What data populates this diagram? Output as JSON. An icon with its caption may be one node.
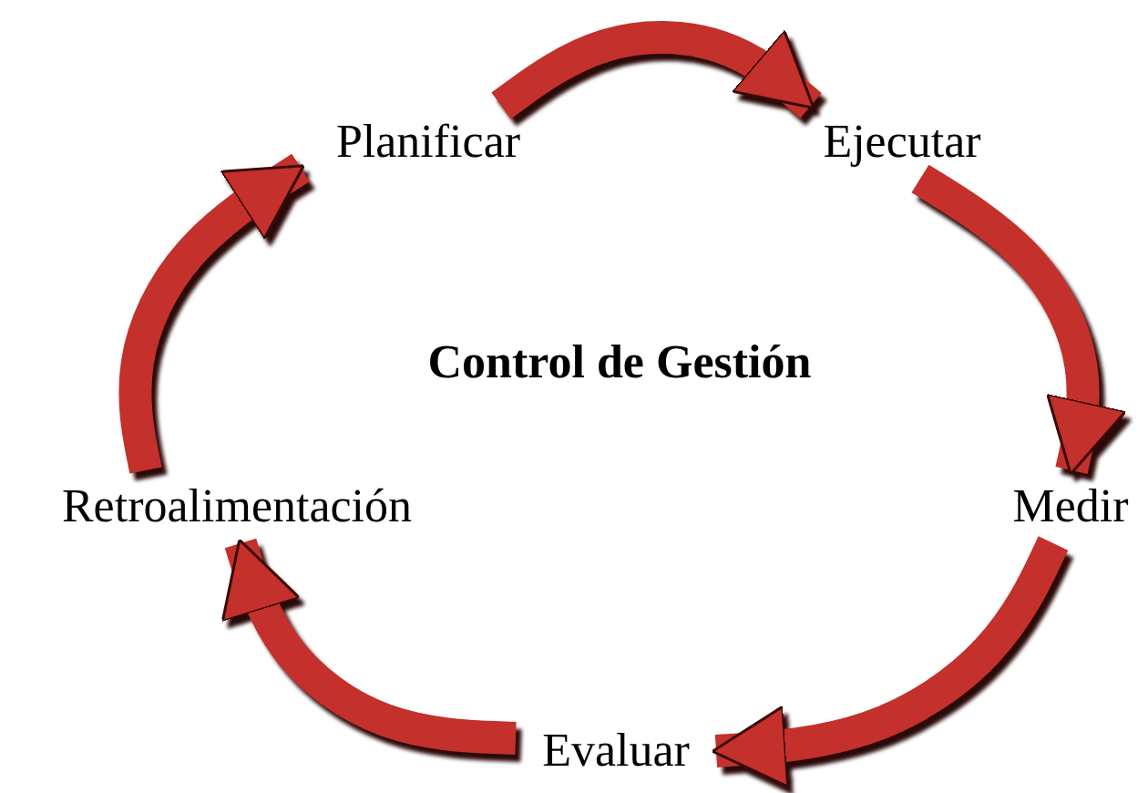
{
  "diagram": {
    "title": "Control de Gestión",
    "nodes": [
      {
        "text": [
          "Planificar"
        ]
      },
      {
        "text": [
          "Ejecutar"
        ]
      },
      {
        "text": [
          "Medir"
        ]
      },
      {
        "text": [
          "Evaluar"
        ]
      },
      {
        "text": [
          "Retroalimentación"
        ]
      }
    ],
    "edges": [
      {
        "from": 0,
        "to": 1,
        "arrow": "to"
      },
      {
        "from": 1,
        "to": 2,
        "arrow": "to"
      },
      {
        "from": 2,
        "to": 3,
        "arrow": "to"
      },
      {
        "from": 3,
        "to": 4,
        "arrow": "to"
      },
      {
        "from": 4,
        "to": 0,
        "arrow": "to"
      }
    ]
  }
}
